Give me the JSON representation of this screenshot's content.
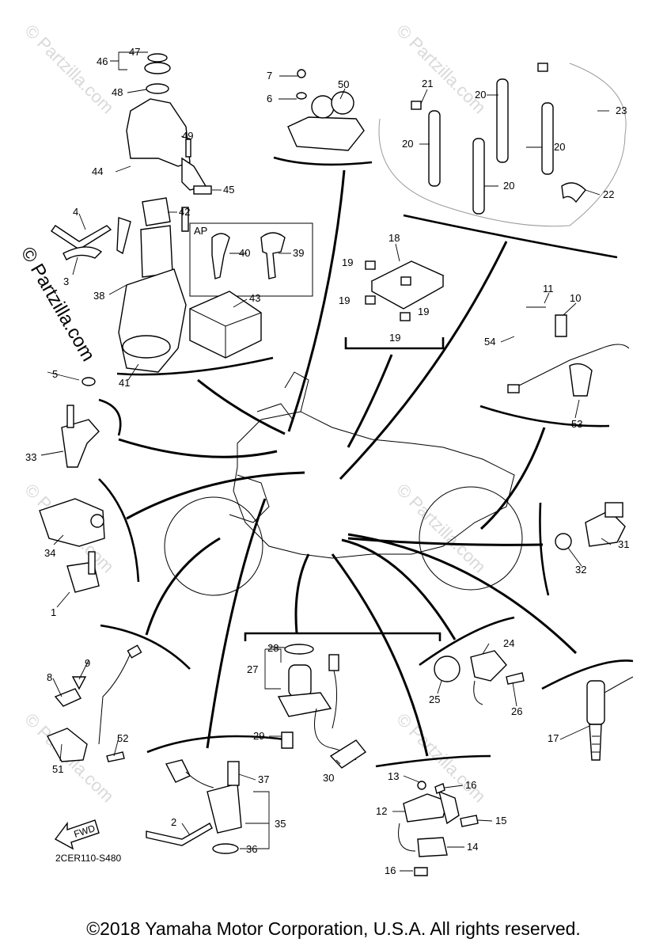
{
  "copyright": "©2018 Yamaha Motor Corporation, U.S.A. All rights reserved.",
  "diagram_code": "2CER110-S480",
  "watermark_main": "© Partzilla.com",
  "watermark_small": "© Partzilla.com",
  "fwd_label": "FWD",
  "ap_box_label": "AP",
  "part_numbers": {
    "p1": "1",
    "p2": "2",
    "p3": "3",
    "p4": "4",
    "p5": "5",
    "p6": "6",
    "p7": "7",
    "p8": "8",
    "p9": "9",
    "p10": "10",
    "p11": "11",
    "p12": "12",
    "p13": "13",
    "p14": "14",
    "p15": "15",
    "p16a": "16",
    "p16b": "16",
    "p17": "17",
    "p18": "18",
    "p19a": "19",
    "p19b": "19",
    "p19c": "19",
    "p19d": "19",
    "p20a": "20",
    "p20b": "20",
    "p20c": "20",
    "p20d": "20",
    "p21": "21",
    "p22": "22",
    "p23": "23",
    "p24": "24",
    "p25": "25",
    "p26": "26",
    "p27": "27",
    "p28": "28",
    "p29": "29",
    "p30": "30",
    "p31": "31",
    "p32": "32",
    "p33": "33",
    "p34": "34",
    "p35": "35",
    "p36": "36",
    "p37": "37",
    "p38": "38",
    "p39": "39",
    "p40": "40",
    "p41": "41",
    "p42": "42",
    "p43": "43",
    "p44": "44",
    "p45": "45",
    "p46": "46",
    "p47": "47",
    "p48": "48",
    "p49": "49",
    "p50": "50",
    "p51": "51",
    "p52": "52",
    "p53": "53",
    "p54": "54"
  }
}
